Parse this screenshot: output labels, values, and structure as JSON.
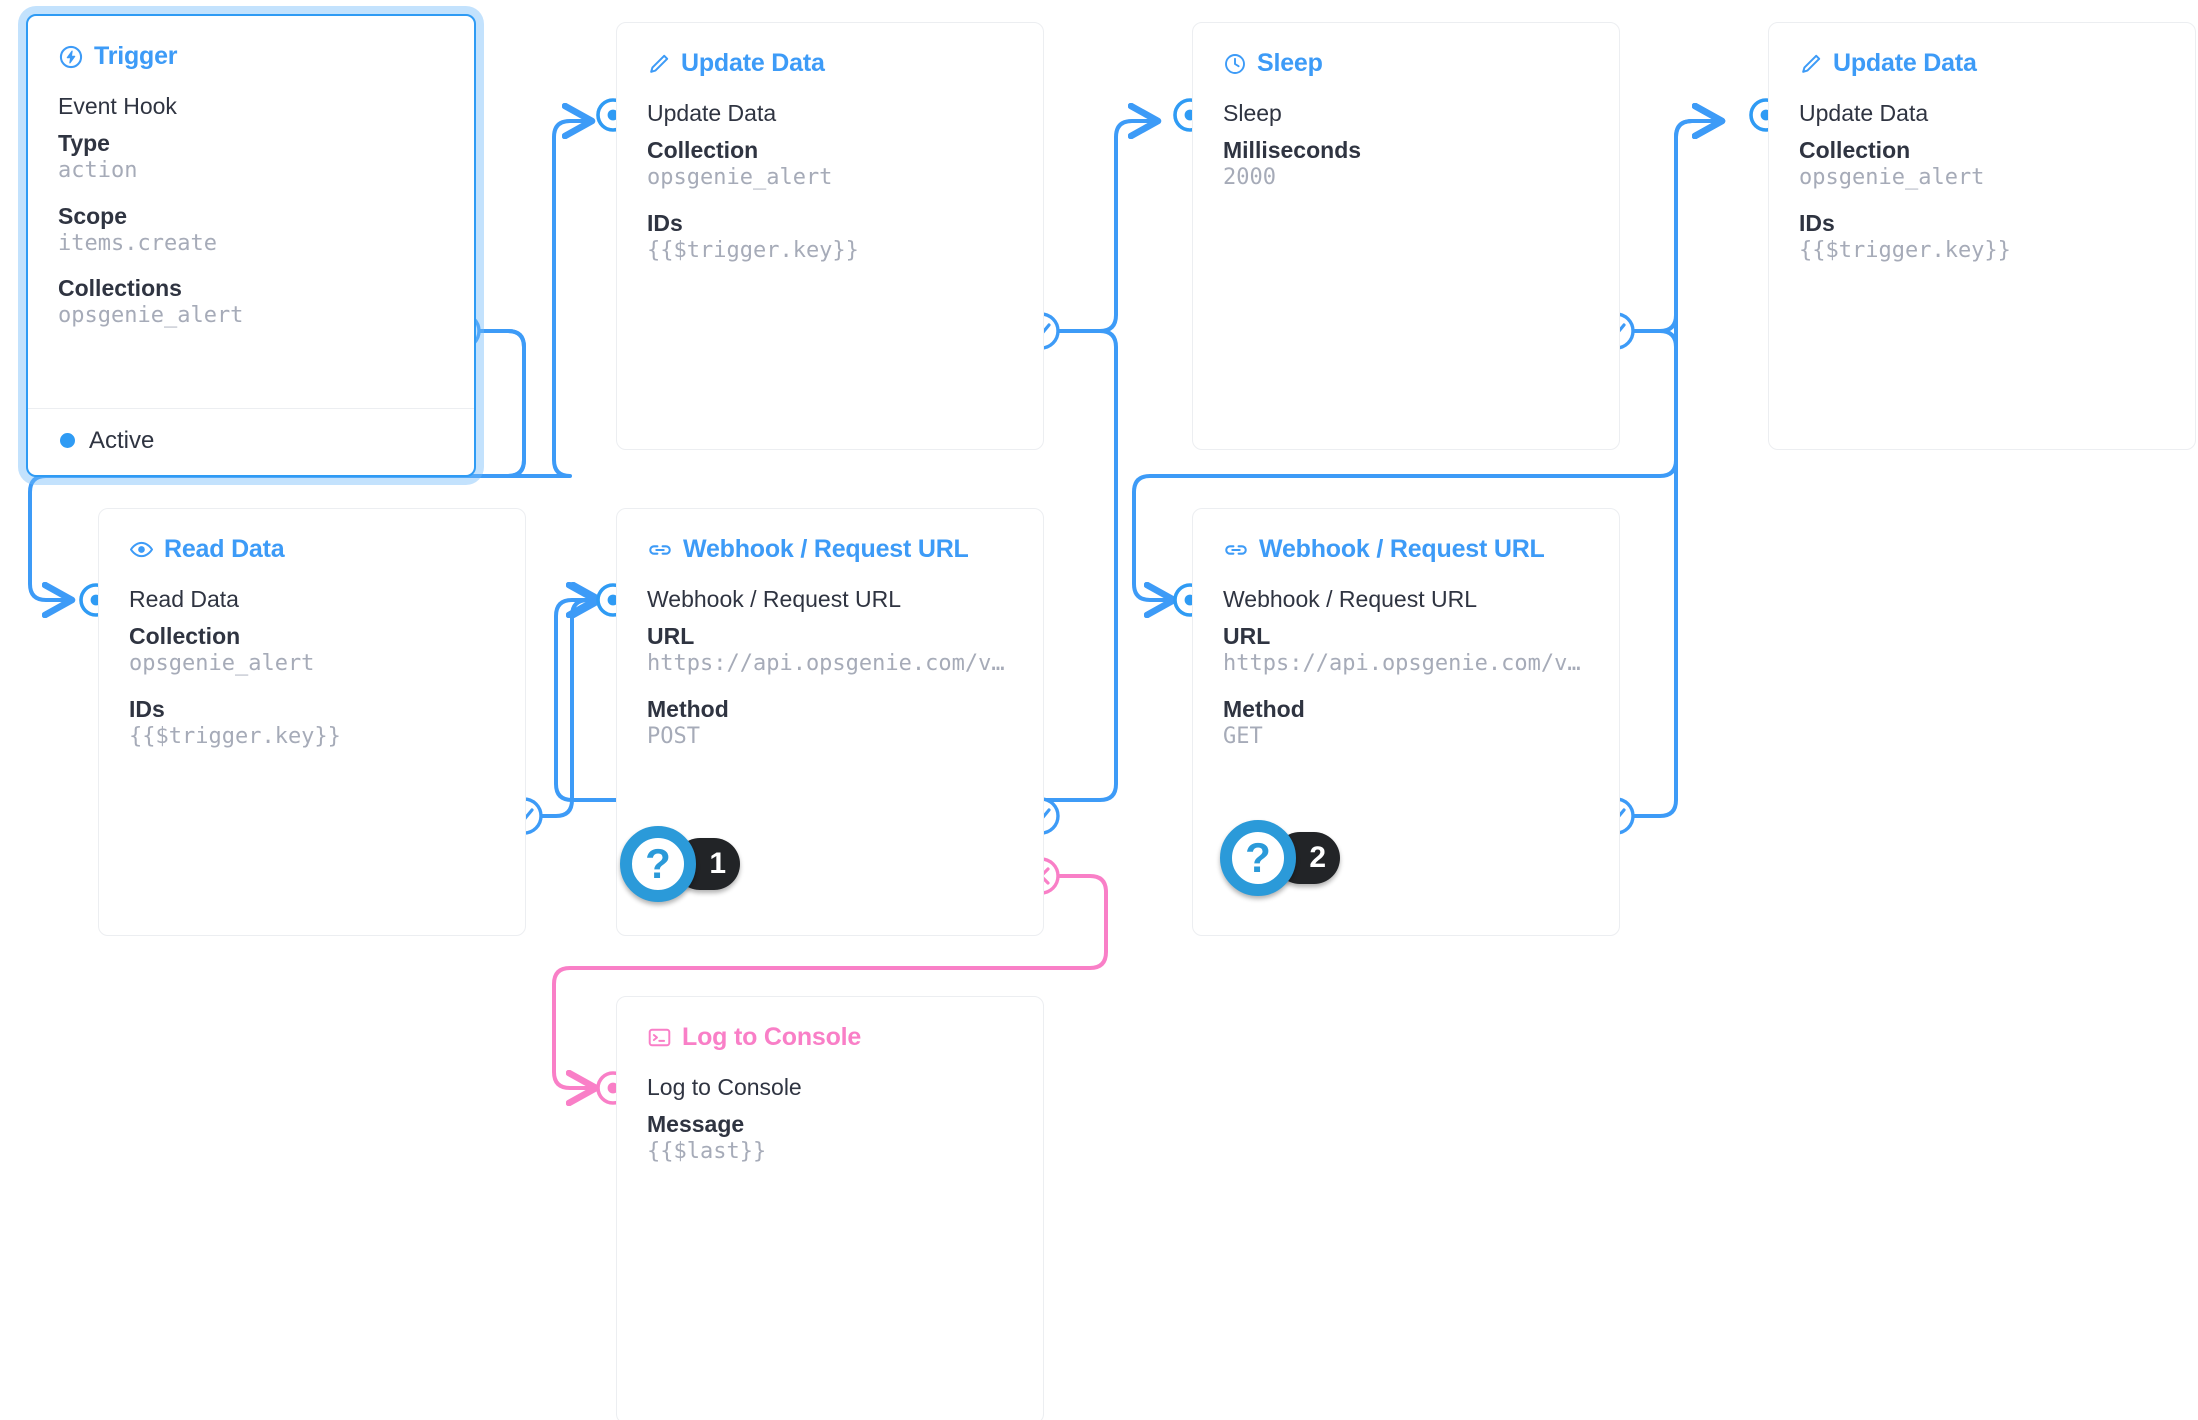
{
  "theme": {
    "accent": "#2f9bf4",
    "wire": "#3d9bf7",
    "reject": "#f97fc7",
    "mono_value": "#a6abb8",
    "text": "#2f3441",
    "badge_bg": "#222427",
    "help_ring": "#2b9ad9"
  },
  "nodes": [
    {
      "id": "trigger",
      "icon": "lightning-circle-icon",
      "title": "Trigger",
      "node_name": "Event Hook",
      "fields": [
        {
          "label": "Type",
          "value": "action"
        },
        {
          "label": "Scope",
          "value": "items.create"
        },
        {
          "label": "Collections",
          "value": "opsgenie_alert"
        }
      ],
      "status": "Active"
    },
    {
      "id": "update-data-1",
      "icon": "pencil-icon",
      "title": "Update Data",
      "node_name": "Update Data",
      "fields": [
        {
          "label": "Collection",
          "value": "opsgenie_alert"
        },
        {
          "label": "IDs",
          "value": "{{$trigger.key}}"
        }
      ]
    },
    {
      "id": "sleep",
      "icon": "clock-icon",
      "title": "Sleep",
      "node_name": "Sleep",
      "fields": [
        {
          "label": "Milliseconds",
          "value": "2000"
        }
      ]
    },
    {
      "id": "update-data-2",
      "icon": "pencil-icon",
      "title": "Update Data",
      "node_name": "Update Data",
      "fields": [
        {
          "label": "Collection",
          "value": "opsgenie_alert"
        },
        {
          "label": "IDs",
          "value": "{{$trigger.key}}"
        }
      ]
    },
    {
      "id": "read-data",
      "icon": "eye-icon",
      "title": "Read Data",
      "node_name": "Read Data",
      "fields": [
        {
          "label": "Collection",
          "value": "opsgenie_alert"
        },
        {
          "label": "IDs",
          "value": "{{$trigger.key}}"
        }
      ]
    },
    {
      "id": "webhook-post",
      "icon": "link-icon",
      "title": "Webhook / Request URL",
      "node_name": "Webhook / Request URL",
      "fields": [
        {
          "label": "URL",
          "value": "https://api.opsgenie.com/v…"
        },
        {
          "label": "Method",
          "value": "POST"
        }
      ]
    },
    {
      "id": "webhook-get",
      "icon": "link-icon",
      "title": "Webhook / Request URL",
      "node_name": "Webhook / Request URL",
      "fields": [
        {
          "label": "URL",
          "value": "https://api.opsgenie.com/v…"
        },
        {
          "label": "Method",
          "value": "GET"
        }
      ]
    },
    {
      "id": "log-to-console",
      "icon": "terminal-icon",
      "title": "Log to Console",
      "node_name": "Log to Console",
      "fields": [
        {
          "label": "Message",
          "value": "{{$last}}"
        }
      ]
    }
  ],
  "help_badges": [
    {
      "id": "help-1",
      "glyph": "?",
      "count": "1"
    },
    {
      "id": "help-2",
      "glyph": "?",
      "count": "2"
    }
  ]
}
